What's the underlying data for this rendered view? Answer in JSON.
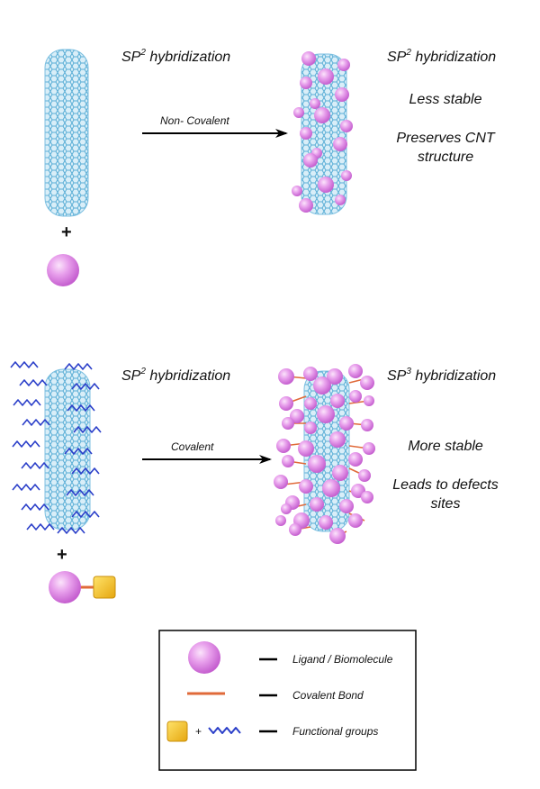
{
  "diagram": {
    "top": {
      "left_hybrid": {
        "prefix": "SP",
        "sup": "2",
        "suffix": " hybridization"
      },
      "right_hybrid": {
        "prefix": "SP",
        "sup": "2",
        "suffix": " hybridization"
      },
      "arrow_label": "Non- Covalent",
      "plus": "+",
      "notes": [
        "Less stable",
        "Preserves CNT",
        "structure"
      ]
    },
    "bottom": {
      "left_hybrid": {
        "prefix": "SP",
        "sup": "2",
        "suffix": " hybridization"
      },
      "right_hybrid": {
        "prefix": "SP",
        "sup": "3",
        "suffix": " hybridization"
      },
      "arrow_label": "Covalent",
      "plus": "+",
      "notes": [
        "More stable",
        "Leads to defects",
        "sites"
      ]
    },
    "legend": {
      "items": [
        "Ligand / Biomolecule",
        "Covalent Bond",
        "Functional groups"
      ],
      "plus": "+"
    },
    "colors": {
      "cnt": "#5aaed6",
      "sphere": "#e07ee6",
      "bond": "#e06a3a",
      "wave": "#2b3fc9",
      "square": "#f2c21a"
    }
  }
}
